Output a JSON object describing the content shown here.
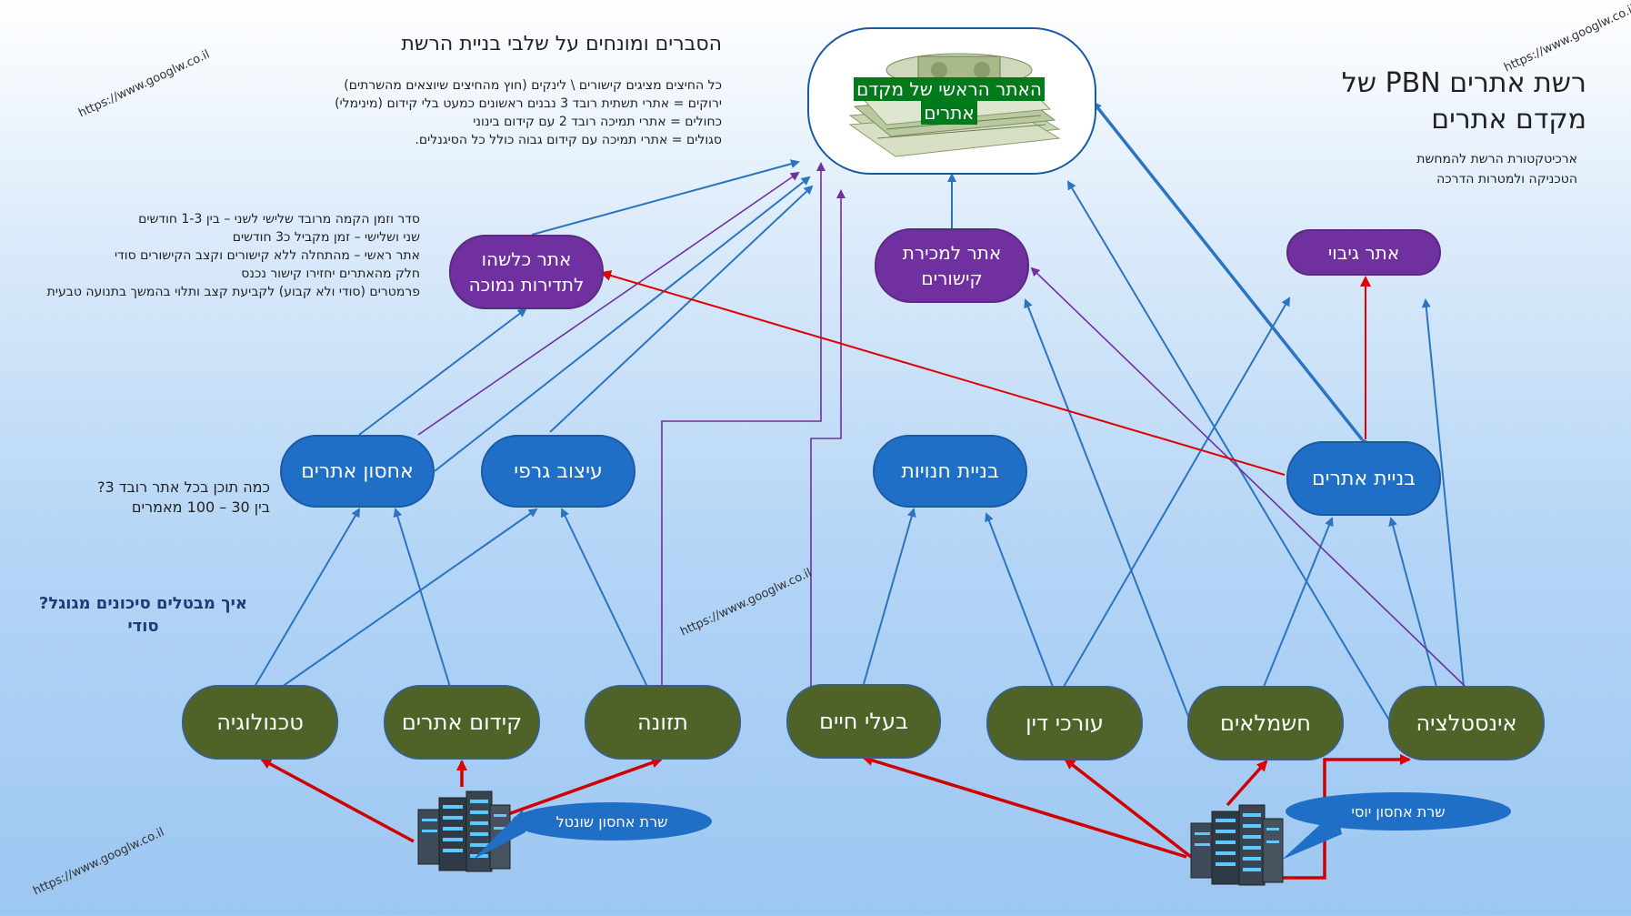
{
  "title": {
    "line1": "רשת אתרים PBN של",
    "line2": "מקדם אתרים"
  },
  "subtitle": {
    "line1": "ארכיטקטורת הרשת להמחשת",
    "line2": "הטכניקה ולמטרות הדרכה"
  },
  "explanations": {
    "heading": "הסברים ומונחים על שלבי בניית הרשת",
    "lines": [
      "כל החיצים מציגים קישורים \\ לינקים (חוץ מהחיצים שיוצאים מהשרתים)",
      "ירוקים = אתרי תשתית רובד 3 נבנים ראשונים כמעט בלי קידום (מינימלי)",
      "כחולים = אתרי תמיכה רובד 2 עם קידום בינוני",
      "סגולים = אתרי תמיכה עם קידום גבוה כולל כל הסיגנלים."
    ]
  },
  "order_notes": [
    "סדר וזמן הקמה מרובד שלישי לשני – בין 1-3 חודשים",
    "שני ושלישי – זמן מקביל כ3 חודשים",
    "אתר ראשי – מהתחלה ללא קישורים וקצב הקישורים סודי",
    "חלק מהאתרים יחזירו קישור נכנס",
    "פרמטרים (סודי ולא קבוע) לקביעת קצב  ותלוי בהמשך בתנועה טבעית"
  ],
  "content_note": {
    "line1": "כמה תוכן בכל אתר רובד 3?",
    "line2": "בין 30 – 100 מאמרים"
  },
  "risk_note": {
    "line1": "איך מבטלים סיכונים מגוגל?",
    "line2": "סודי"
  },
  "main_site": {
    "line1": "האתר הראשי של מקדם",
    "line2": "אתרים"
  },
  "purple_nodes": {
    "fake": {
      "line1": "אתר כלשהו",
      "line2": "לתדירות נמוכה"
    },
    "sale": {
      "line1": "אתר למכירת",
      "line2": "קישורים"
    },
    "backup": "אתר גיבוי"
  },
  "blue_nodes": {
    "hosting": "אחסון אתרים",
    "design": "עיצוב גרפי",
    "stores": "בניית חנויות",
    "building": "בניית אתרים"
  },
  "green_nodes": {
    "tech": "טכנולוגיה",
    "promo": "קידום אתרים",
    "nutrition": "תזונה",
    "animals": "בעלי חיים",
    "lawyers": "עורכי דין",
    "electricians": "חשמלאים",
    "plumbing": "אינסטלציה"
  },
  "servers": {
    "left": "שרת אחסון שונטל",
    "right": "שרת אחסון יוסי"
  },
  "watermark": "https://www.googlw.co.il",
  "colors": {
    "green": "#4f6228",
    "blue": "#1f6fc6",
    "purple": "#7030a0",
    "red": "#e00000",
    "link_blue": "#2a74c0"
  }
}
